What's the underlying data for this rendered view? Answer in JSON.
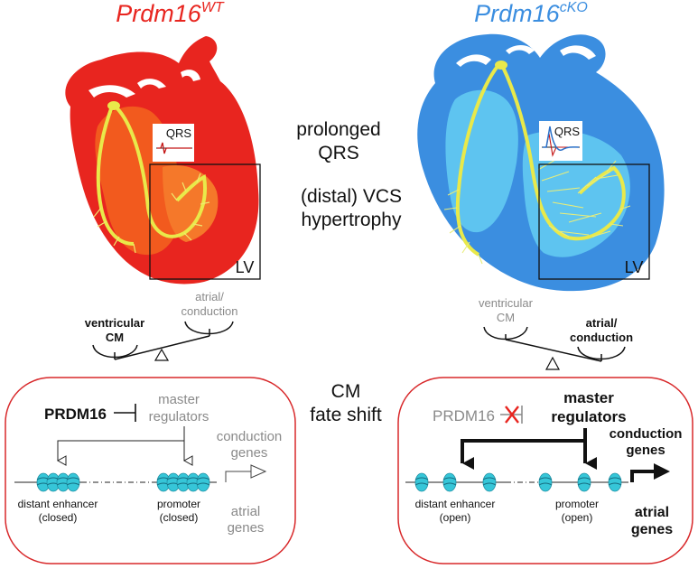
{
  "titles": {
    "wt_base": "Prdm16",
    "wt_sup": "WT",
    "cko_base": "Prdm16",
    "cko_sup": "cKO"
  },
  "hearts": {
    "qrs_label": "QRS",
    "lv_label": "LV"
  },
  "center": {
    "phenotype_1": "prolonged",
    "phenotype_2": "QRS",
    "phenotype_3": "(distal) VCS",
    "phenotype_4": "hypertrophy",
    "fate_1": "CM",
    "fate_2": "fate shift"
  },
  "balance_wt": {
    "left_1": "ventricular",
    "left_2": "CM",
    "right_1": "atrial/",
    "right_2": "conduction"
  },
  "balance_cko": {
    "left_1": "ventricular",
    "left_2": "CM",
    "right_1": "atrial/",
    "right_2": "conduction"
  },
  "box_wt": {
    "repressor": "PRDM16",
    "master_1": "master",
    "master_2": "regulators",
    "conduction_1": "conduction",
    "conduction_2": "genes",
    "enhancer_1": "distant enhancer",
    "enhancer_2": "(closed)",
    "promoter_1": "promoter",
    "promoter_2": "(closed)",
    "atrial_1": "atrial",
    "atrial_2": "genes"
  },
  "box_cko": {
    "repressor": "PRDM16",
    "master_1": "master",
    "master_2": "regulators",
    "conduction_1": "conduction",
    "conduction_2": "genes",
    "enhancer_1": "distant enhancer",
    "enhancer_2": "(open)",
    "promoter_1": "promoter",
    "promoter_2": "(open)",
    "atrial_1": "atrial",
    "atrial_2": "genes"
  },
  "colors": {
    "wt_red": "#e8251f",
    "cko_blue": "#3b8ee0",
    "cko_light": "#5ec4f0",
    "vcs_yellow": "#e9e94a",
    "box_border": "#d8282a",
    "nucleosome": "#36c6d8",
    "grey_text": "#8a8a8a"
  }
}
